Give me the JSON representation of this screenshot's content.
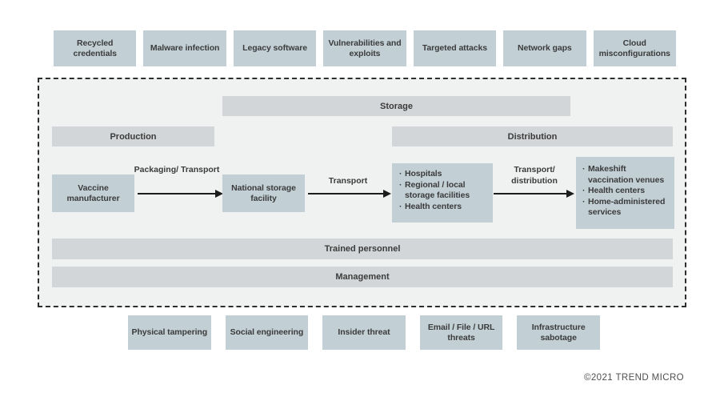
{
  "colors": {
    "page_bg": "#ffffff",
    "box_blue": "#c2d0d6",
    "bar_gray": "#d3d6d8",
    "container_bg": "#f0f1f1",
    "text_dark": "#3b3b3b",
    "arrow_dark": "#1c1c1c",
    "border_dark": "#2e2e2e",
    "copyright_gray": "#4f4f4f"
  },
  "top_threats": [
    "Recycled credentials",
    "Malware infection",
    "Legacy software",
    "Vulnerabilities and exploits",
    "Targeted attacks",
    "Network gaps",
    "Cloud misconfigurations"
  ],
  "bottom_threats": [
    "Physical tampering",
    "Social engineering",
    "Insider threat",
    "Email / File / URL threats",
    "Infrastructure sabotage"
  ],
  "supply_chain": {
    "stage_bars": {
      "storage": "Storage",
      "production": "Production",
      "distribution": "Distribution",
      "trained_personnel": "Trained personnel",
      "management": "Management"
    },
    "nodes": {
      "manufacturer": "Vaccine manufacturer",
      "national_storage": "National storage facility",
      "mid_distribution_items": [
        "Hospitals",
        "Regional / local storage facilities",
        "Health centers"
      ],
      "last_mile_items": [
        "Makeshift vaccination venues",
        "Health centers",
        "Home-administered services"
      ]
    },
    "arrow_labels": {
      "packaging_transport": "Packaging/ Transport",
      "transport": "Transport",
      "transport_distribution": "Transport/ distribution"
    }
  },
  "footer": {
    "copyright": "©2021 TREND MICRO"
  }
}
